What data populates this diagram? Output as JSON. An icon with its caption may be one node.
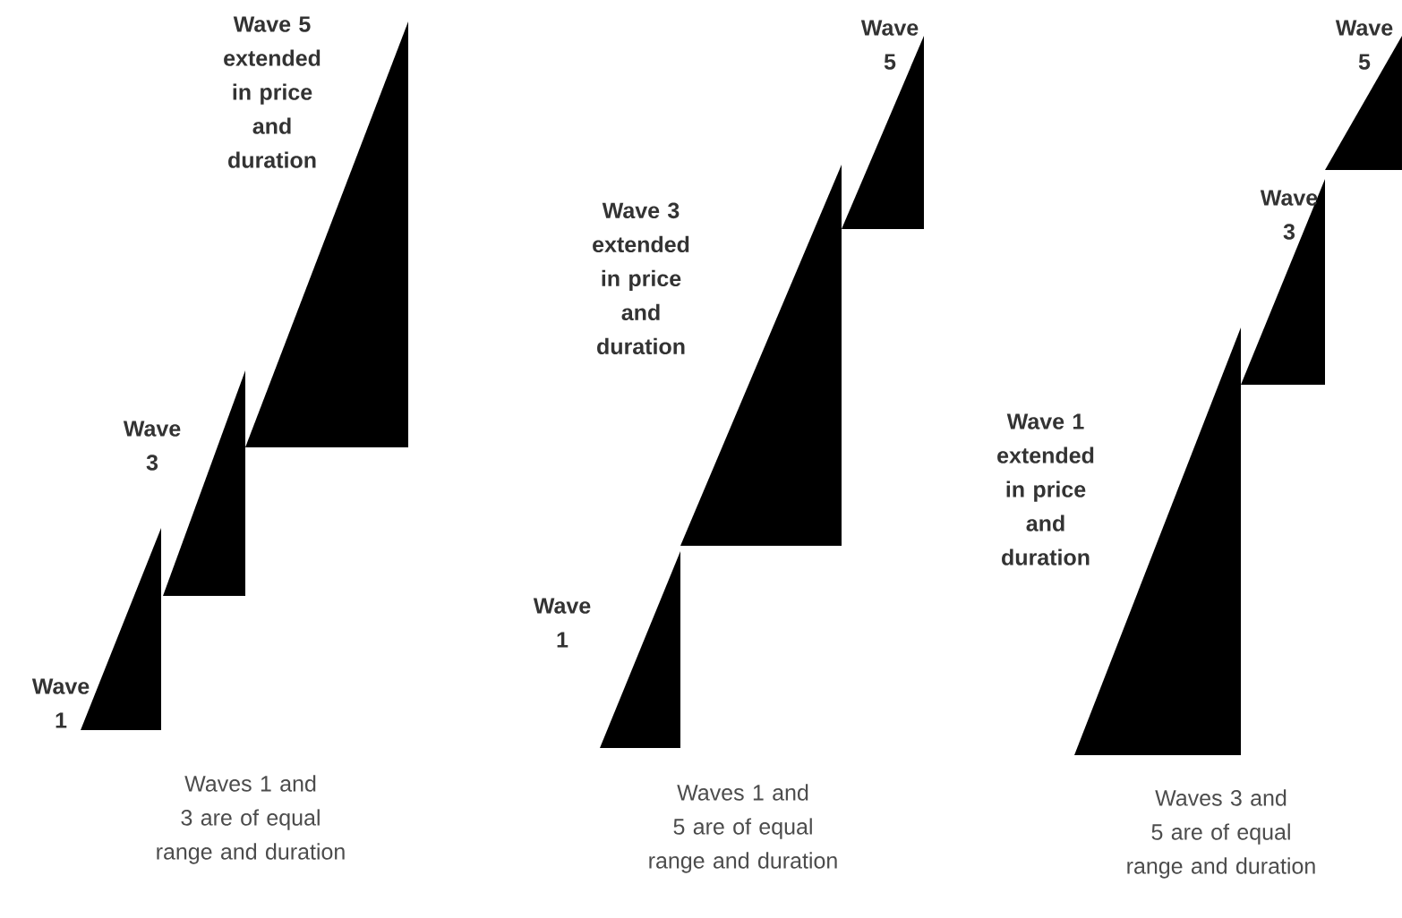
{
  "diagram": {
    "nodes": [
      {
        "text": [],
        "shape": "triangle",
        "beside": [
          "Wave 1"
        ]
      },
      {
        "text": [],
        "shape": "triangle",
        "beside": [
          "Wave 3"
        ]
      },
      {
        "text": [],
        "shape": "triangle",
        "beside": [
          "Wave 5 extended in price and duration"
        ]
      },
      {
        "text": [],
        "shape": "triangle",
        "beside": [
          "Wave 1"
        ]
      },
      {
        "text": [],
        "shape": "triangle",
        "beside": [
          "Wave 3 extended in price and duration"
        ]
      },
      {
        "text": [],
        "shape": "triangle",
        "beside": [
          "Wave 5"
        ]
      },
      {
        "text": [],
        "shape": "triangle",
        "beside": [
          "Wave 1 extended in price and duration"
        ]
      },
      {
        "text": [],
        "shape": "triangle",
        "beside": [
          "Wave 3"
        ]
      },
      {
        "text": [],
        "shape": "triangle",
        "beside": [
          "Wave 5"
        ]
      }
    ],
    "labels": [
      "Waves 1 and 3 are of equal range and duration",
      "Waves 1 and 5 are of equal range and duration",
      "Waves 3 and 5 are of equal range and duration"
    ]
  }
}
